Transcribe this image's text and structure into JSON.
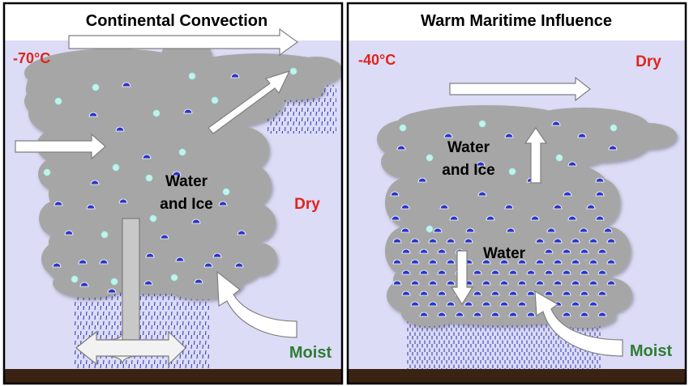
{
  "panels": [
    {
      "title": "Continental Convection",
      "temperature": "-70°C",
      "cloud_label_line1": "Water",
      "cloud_label_line2": "and Ice",
      "dry_label": "Dry",
      "moist_label": "Moist"
    },
    {
      "title": "Warm Maritime Influence",
      "temperature": "-40°C",
      "cloud_label_upper_line1": "Water",
      "cloud_label_upper_line2": "and Ice",
      "cloud_label_lower": "Water",
      "dry_label": "Dry",
      "moist_label": "Moist"
    }
  ],
  "colors": {
    "sky": "#dcdcf7",
    "cloud": "#a6a6a6",
    "ground": "#3b2314",
    "temperature_text": "#e0241b",
    "dry_text": "#e0241b",
    "moist_text": "#2e7d32",
    "droplet": "#2b35c9",
    "ice": "#bff3ec",
    "rain": "#3a3fb8"
  }
}
